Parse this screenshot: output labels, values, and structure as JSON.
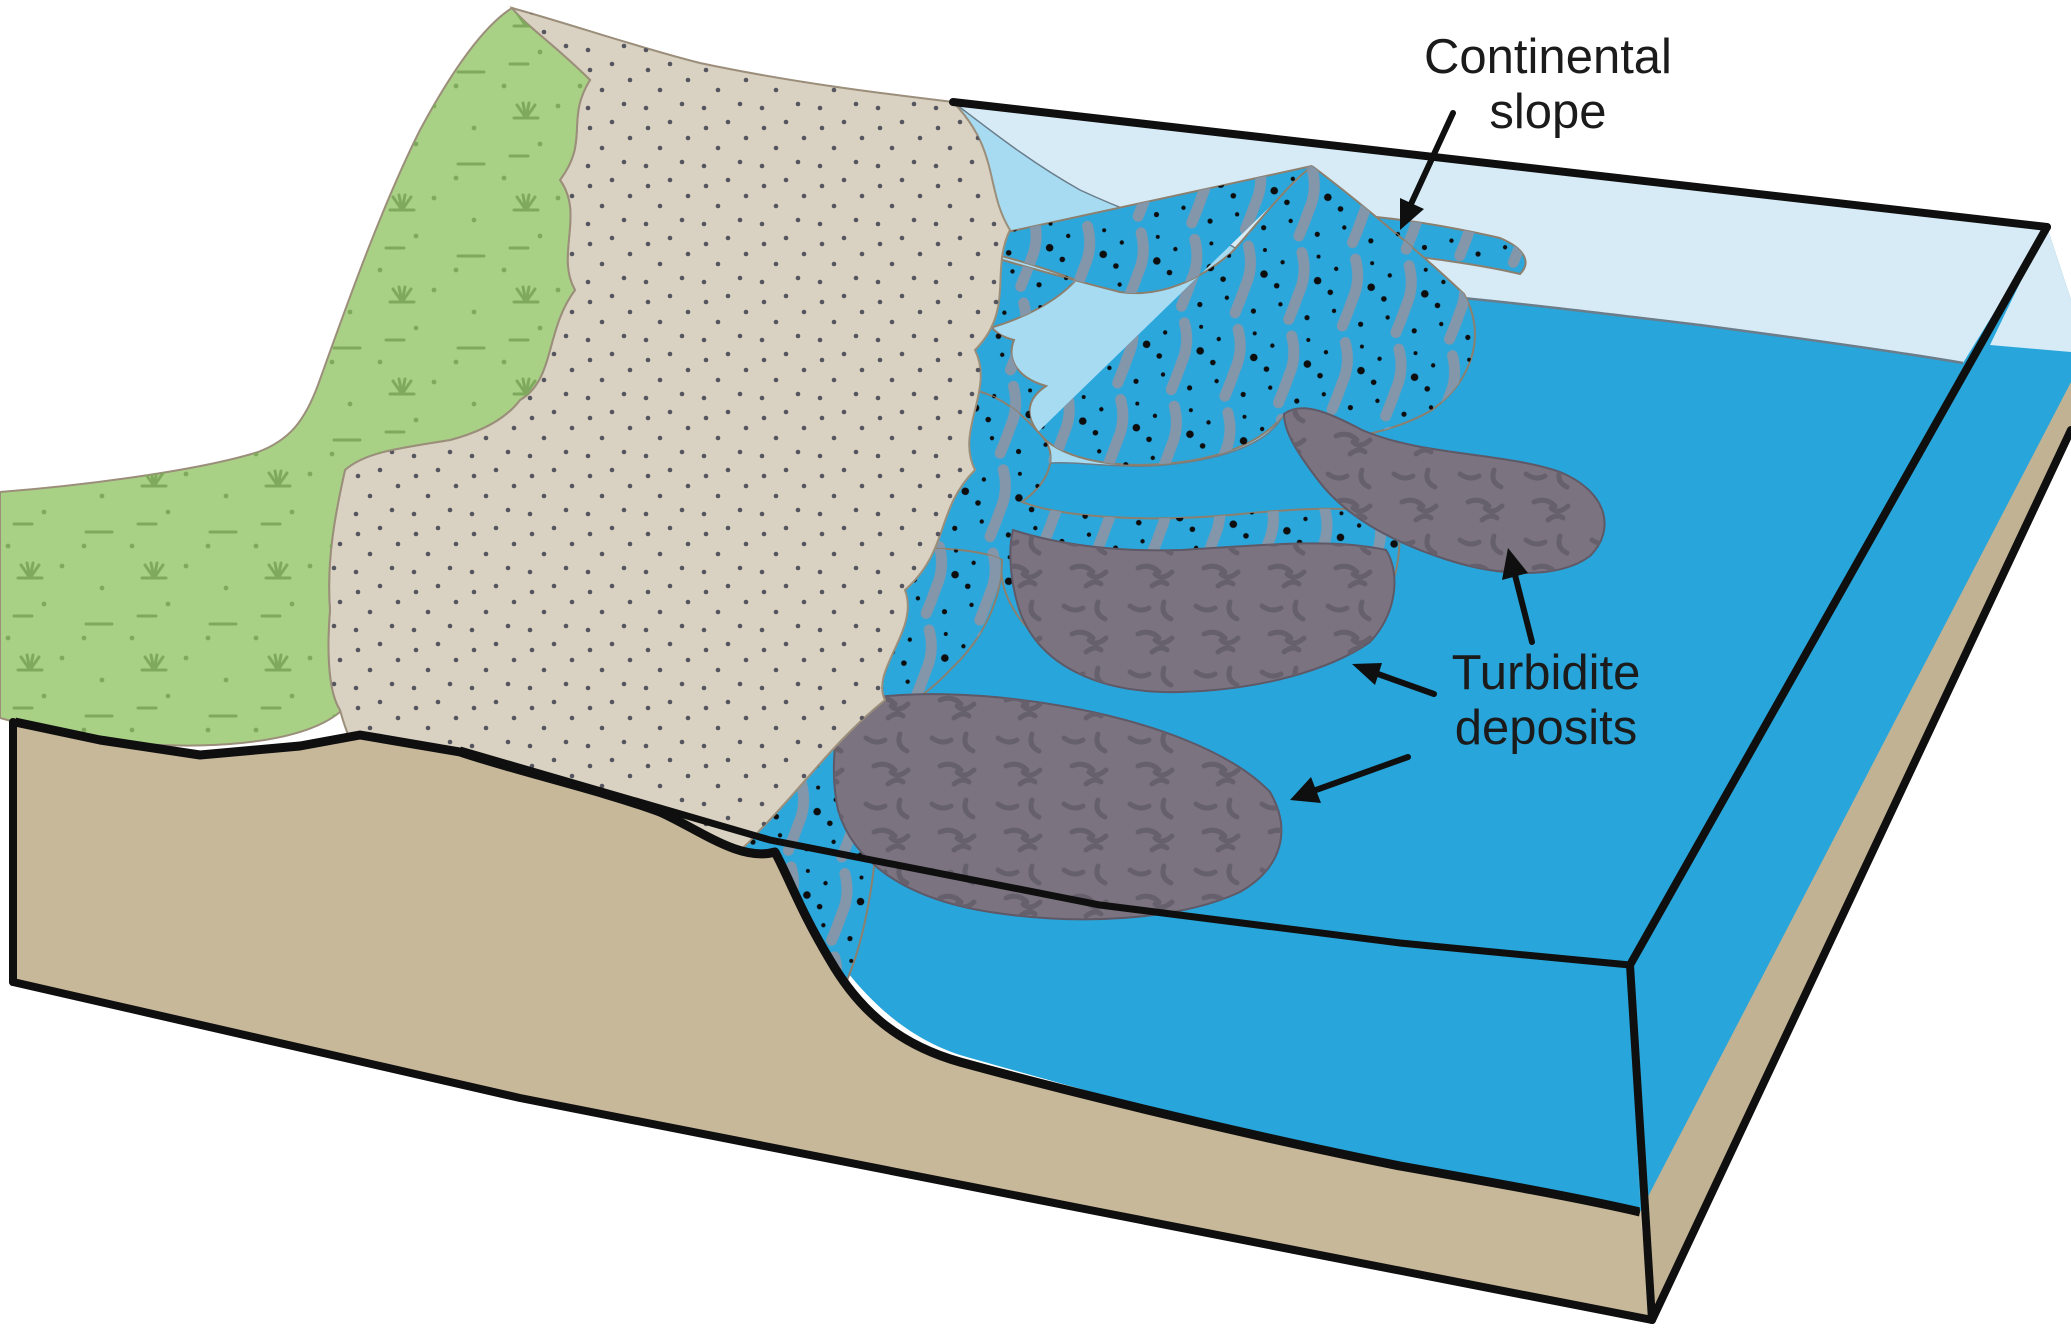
{
  "figure": {
    "description": "Block diagram of a continental margin showing submarine canyons, the continental slope and turbidite deposits on the deep sea floor",
    "labels": {
      "continental_slope": {
        "line1": "Continental",
        "line2": "slope"
      },
      "turbidite_deposits": {
        "line1": "Turbidite",
        "line2": "deposits"
      }
    }
  },
  "colors": {
    "bg": "#ffffff",
    "land-green": "#a9d186",
    "land-accent": "#7fa95c",
    "sand": "#d9d1c1",
    "sand-dot": "#55555f",
    "outline-brown": "#9b8e7a",
    "shelf-blue": "#a6dbf2",
    "pale-blue": "#d7ebf7",
    "deep-blue": "#28a5da",
    "fan-blue": "#2ba7dc",
    "fan-stripe": "#8496a9",
    "fan-dot": "#0d0d0d",
    "blob-gray": "#7b7380",
    "blob-texture": "#665f6c",
    "blob-outline": "#5f5866",
    "front-tan": "#c8b89a",
    "side-tan": "#c2b294",
    "edge-black": "#0f0f0f",
    "water-line": "#6b7d8a"
  }
}
